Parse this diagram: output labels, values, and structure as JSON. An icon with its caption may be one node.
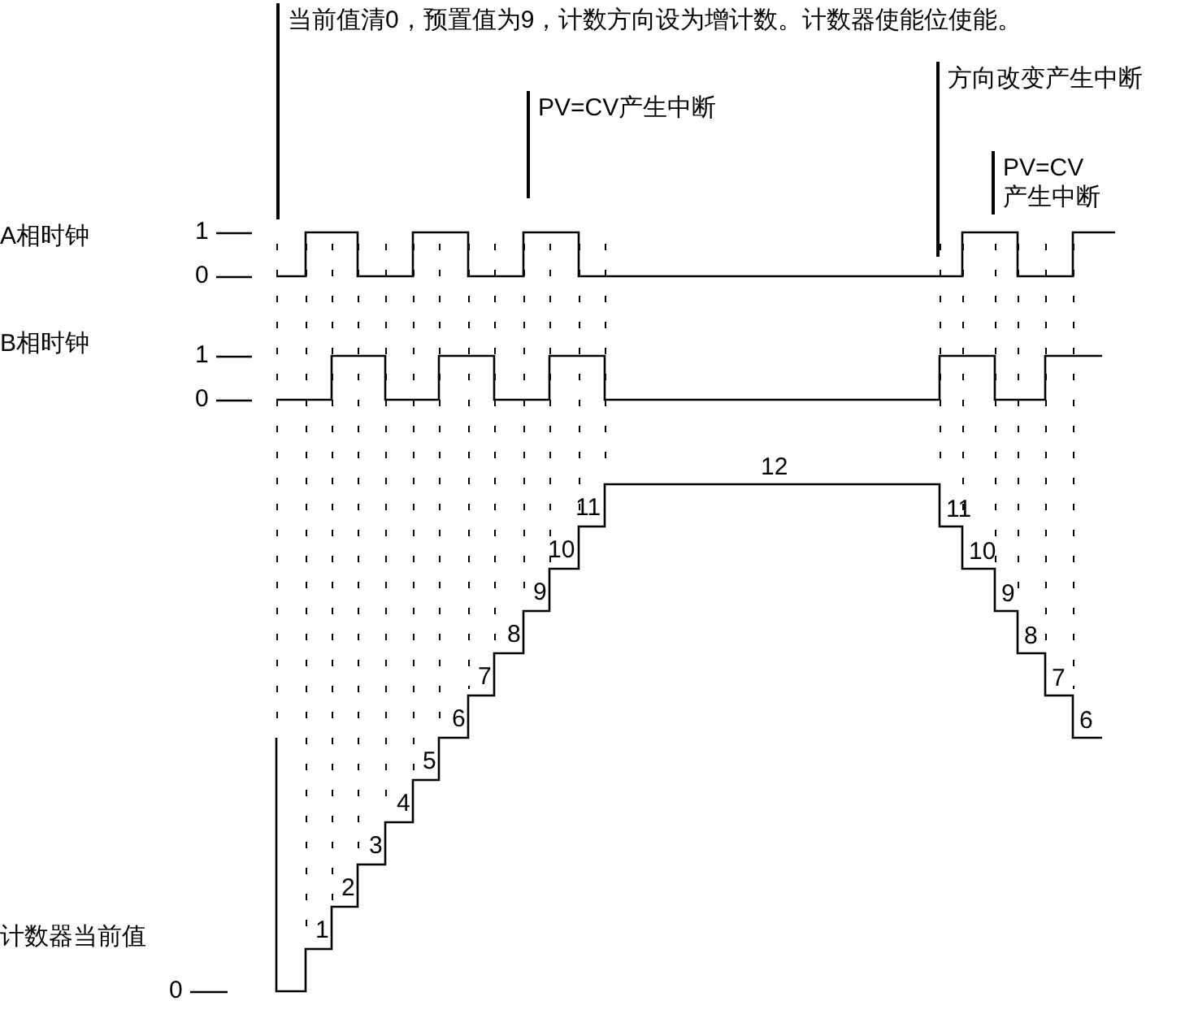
{
  "diagram": {
    "labels": [
      "当前值清0，预置值为9，计数方向设为增计数。计数器使能位使能。",
      "方向改变产生中断",
      "PV=CV产生中断",
      "PV=CV产生中断",
      "A相时钟",
      "1",
      "0",
      "B相时钟",
      "1",
      "0",
      "12",
      "11",
      "10",
      "9",
      "8",
      "7",
      "6",
      "5",
      "4",
      "3",
      "2",
      "1",
      "11",
      "10",
      "9",
      "8",
      "7",
      "6",
      "计数器当前值",
      "0"
    ]
  }
}
